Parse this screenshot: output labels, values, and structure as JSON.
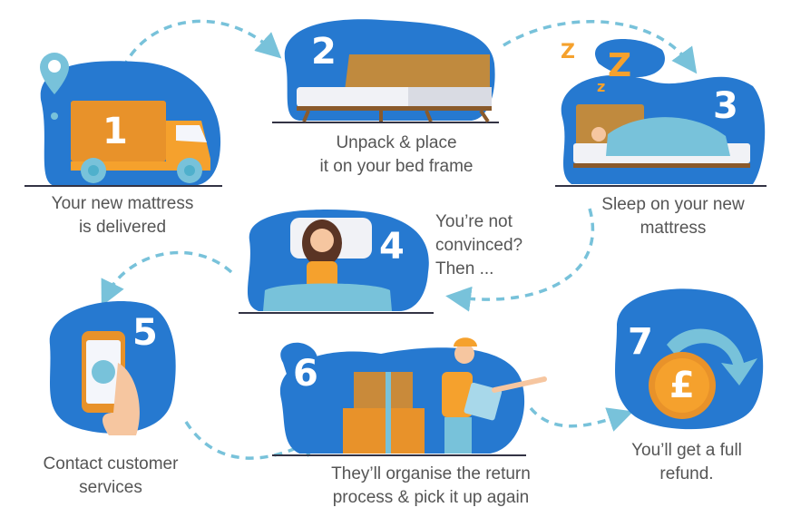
{
  "colors": {
    "blob": "#2679d0",
    "orange": "#e8922a",
    "accent": "#78c2da",
    "text": "#555555"
  },
  "steps": [
    {
      "number": "1",
      "icon": "delivery-truck-icon",
      "lines": [
        "Your new mattress",
        "is delivered"
      ]
    },
    {
      "number": "2",
      "icon": "bed-frame-icon",
      "lines": [
        "Unpack & place",
        "it on your bed frame"
      ]
    },
    {
      "number": "3",
      "icon": "sleeping-person-icon",
      "lines": [
        "Sleep on your new",
        "mattress"
      ]
    },
    {
      "number": "4",
      "icon": "unhappy-woman-icon",
      "lines": [
        "You’re not",
        "convinced?",
        "Then ..."
      ]
    },
    {
      "number": "5",
      "icon": "phone-email-icon",
      "lines": [
        "Contact customer",
        "services"
      ]
    },
    {
      "number": "6",
      "icon": "courier-boxes-icon",
      "lines": [
        "They’ll organise the return",
        "process & pick it up again"
      ]
    },
    {
      "number": "7",
      "icon": "pound-refund-icon",
      "lines": [
        "You’ll get a full",
        "refund."
      ]
    }
  ],
  "sleep_letters": [
    "Z",
    "Z",
    "z"
  ]
}
